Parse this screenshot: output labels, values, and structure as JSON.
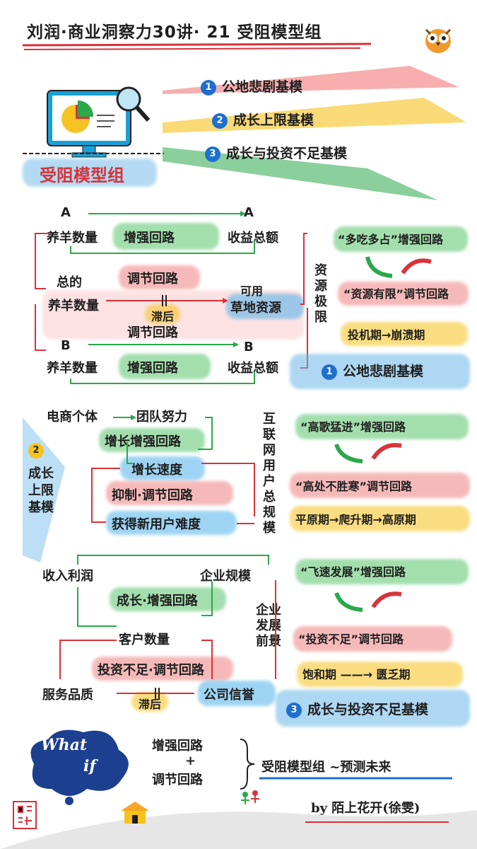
{
  "title": "刘润·商业洞察力30讲· 21 受阻模型组",
  "header_badge": "受阻模型组",
  "header_items": [
    {
      "num": "1",
      "label": "公地悲剧基模"
    },
    {
      "num": "2",
      "label": "成长上限基模"
    },
    {
      "num": "3",
      "label": "成长与投资不足基模"
    }
  ],
  "section1": {
    "a_label": "A",
    "a_sheep": "养羊数量",
    "a_revenue": "收益总额",
    "a_loop": "增强回路",
    "total_sheep_top": "总的",
    "total_sheep": "养羊数量",
    "regulate": "调节回路",
    "delay": "滞后",
    "regulate2": "调节回路",
    "available": "可用",
    "grass": "草地资源",
    "resource_limit": "资源极限",
    "b_label": "B",
    "b_sheep": "养羊数量",
    "b_loop": "增强回路",
    "b_revenue": "收益总额",
    "side1": "“多吃多占”增强回路",
    "side2": "“资源有限”调节回路",
    "side3": "投机期→崩溃期",
    "tag": "公地悲剧基模",
    "tag_num": "1"
  },
  "section2": {
    "tag_num": "2",
    "tag": "成长上限基模",
    "ecom": "电商个体",
    "team": "团队努力",
    "growth_loop": "增长增强回路",
    "growth_speed": "增长速度",
    "suppress": "抑制·调节回路",
    "difficulty": "获得新用户难度",
    "internet": "互联网用户总规模",
    "side1": "“高歌猛进”增强回路",
    "side2": "“高处不胜寒”调节回路",
    "side3": "平原期→爬升期→高原期"
  },
  "section3": {
    "income": "收入利润",
    "scale": "企业规模",
    "growth_loop": "成长·增强回路",
    "customers": "客户数量",
    "invest_loop": "投资不足·调节回路",
    "service": "服务品质",
    "delay": "滞后",
    "reputation": "公司信誉",
    "prospect": "企业发展前景",
    "side1": "“飞速发展”增强回路",
    "side2": "“投资不足”调节回路",
    "side3": "饱和期 ——→ 匮乏期",
    "tag_num": "3",
    "tag": "成长与投资不足基模"
  },
  "footer": {
    "what": "What",
    "if": "if",
    "enhance": "增强回路",
    "plus": "+",
    "regulate": "调节回路",
    "conclusion": "受阻模型组 ~预测未来",
    "author": "by 陌上花开(徐雯)",
    "seal": "陌上花開"
  }
}
